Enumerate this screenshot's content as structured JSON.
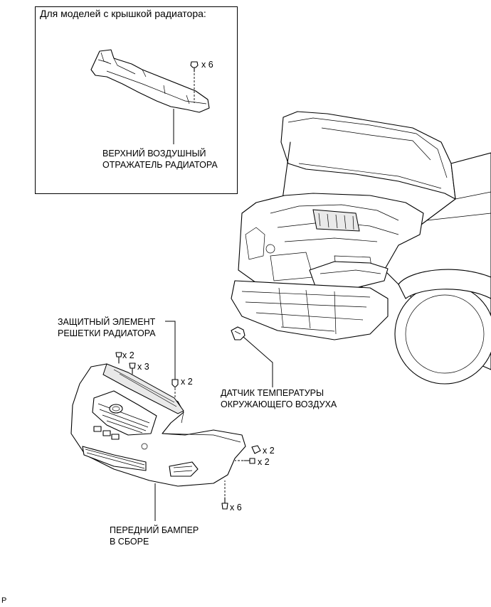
{
  "inset": {
    "caption": "Для моделей с крышкой радиатора:",
    "air_deflector_line1": "ВЕРХНИЙ ВОЗДУШНЫЙ",
    "air_deflector_line2": "ОТРАЖАТЕЛЬ РАДИАТОРА",
    "clip_count": "x 6"
  },
  "grille_protector": {
    "line1": "ЗАЩИТНЫЙ ЭЛЕМЕНТ",
    "line2": "РЕШЕТКИ РАДИАТОРА"
  },
  "temp_sensor": {
    "line1": "ДАТЧИК ТЕМПЕРАТУРЫ",
    "line2": "ОКРУЖАЮЩЕГО ВОЗДУХА"
  },
  "bumper": {
    "line1": "ПЕРЕДНИЙ БАМПЕР",
    "line2": "В СБОРЕ"
  },
  "fastener_counts": {
    "top_left": "x 2",
    "top_mid": "x 3",
    "grille": "x 2",
    "right_upper": "x 2",
    "right_lower": "x 2",
    "bottom": "x 6"
  },
  "corner_mark": "P"
}
